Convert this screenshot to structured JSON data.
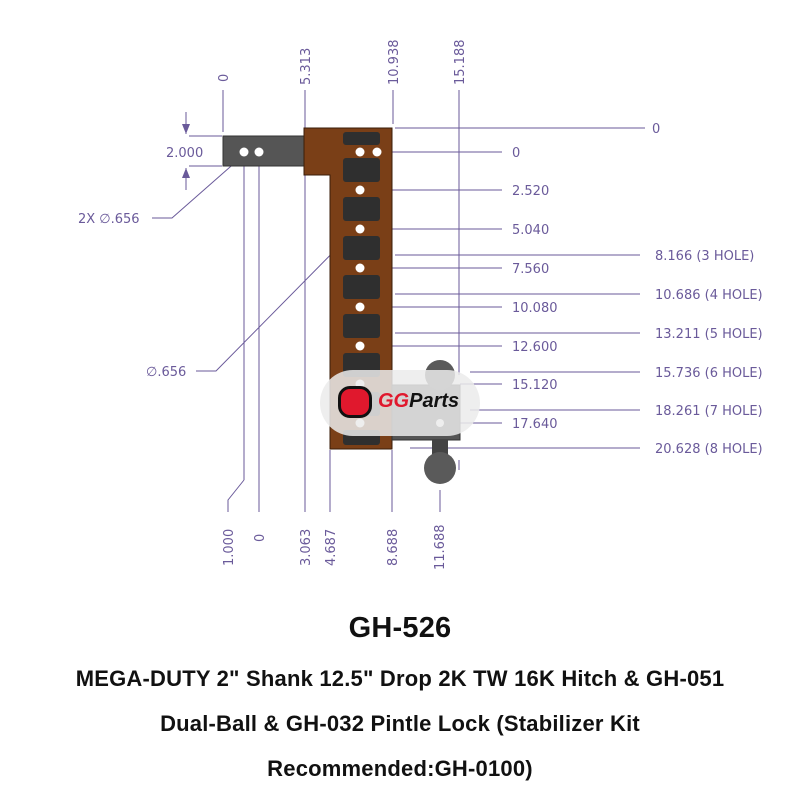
{
  "drawing": {
    "top_dims": [
      "0",
      "5.313",
      "10.938",
      "15.188"
    ],
    "bottom_dims": [
      "1.000",
      "0",
      "3.063",
      "4.687",
      "8.688",
      "11.688"
    ],
    "shank_height": "2.000",
    "shank_hole_callout": "2X ∅.656",
    "hole_callout": "∅.656",
    "top_ref": "0",
    "hole_positions": [
      "0",
      "2.520",
      "5.040",
      "7.560",
      "10.080",
      "12.600",
      "15.120",
      "17.640"
    ],
    "hole_count_dims": [
      "8.166 (3 HOLE)",
      "10.686 (4 HOLE)",
      "13.211 (5 HOLE)",
      "15.736 (6 HOLE)",
      "18.261 (7 HOLE)",
      "20.628 (8 HOLE)"
    ]
  },
  "logo": {
    "gg": "GG",
    "parts": "Parts"
  },
  "product": {
    "title": "GH-526",
    "line1": "MEGA-DUTY 2\" Shank 12.5\" Drop 2K TW 16K Hitch & GH-051",
    "line2": "Dual-Ball & GH-032 Pintle Lock (Stabilizer Kit",
    "line3": "Recommended:GH-0100)"
  },
  "colors": {
    "dimension": "#6a5a9a",
    "bracket": "#7a3f17",
    "steel": "#4a4a4a",
    "brand": "#e0182d"
  }
}
